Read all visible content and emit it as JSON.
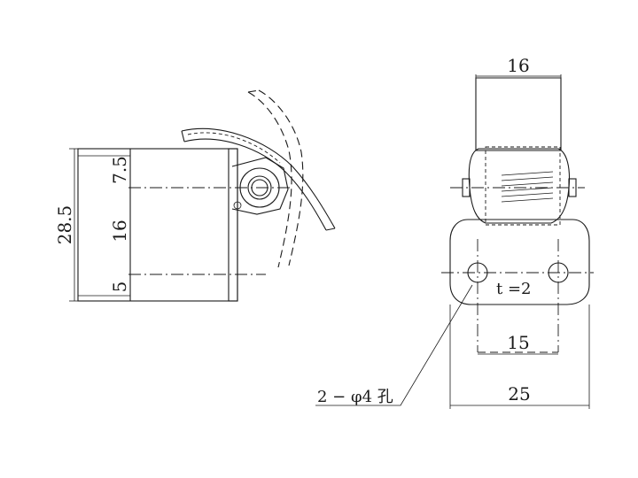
{
  "side_view": {
    "dim_overall_height": "28.5",
    "dim_top": "7.5",
    "dim_middle": "16",
    "dim_bottom": "5"
  },
  "front_view": {
    "dim_top_width": "16",
    "dim_hole_spacing": "15",
    "dim_base_width": "25",
    "thickness_label": "t =2",
    "hole_callout": "2 − φ4 孔"
  }
}
